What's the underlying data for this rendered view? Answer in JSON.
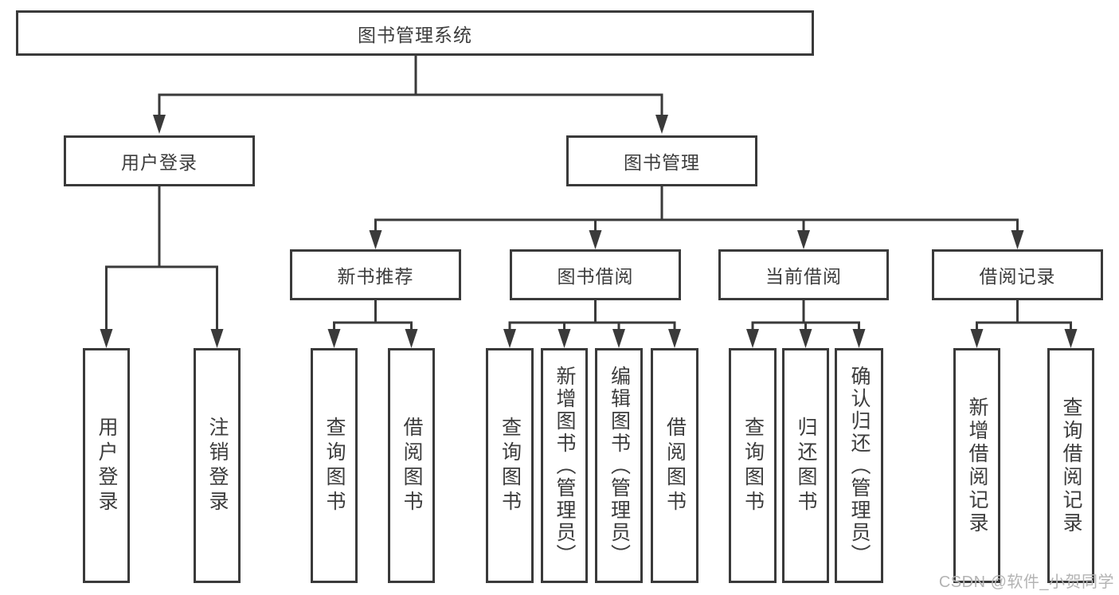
{
  "nodes": {
    "root": "图书管理系统",
    "user_login": "用户登录",
    "book_mgmt": "图书管理",
    "new_books": "新书推荐",
    "book_borrow": "图书借阅",
    "current_borrow": "当前借阅",
    "borrow_records": "借阅记录"
  },
  "leaves": {
    "user_login": [
      "用户登录",
      "注销登录"
    ],
    "new_books": [
      "查询图书",
      "借阅图书"
    ],
    "book_borrow": [
      "查询图书",
      "新增图书（管理员）",
      "编辑图书（管理员）",
      "借阅图书"
    ],
    "current_borrow": [
      "查询图书",
      "归还图书",
      "确认归还（管理员）"
    ],
    "borrow_records": [
      "新增借阅记录",
      "查询借阅记录"
    ]
  },
  "watermark": "CSDN @软件_小贺同学",
  "colors": {
    "line": "#3a3a3a",
    "text": "#3c3c3c",
    "watermark": "#b3b3b3",
    "background": "#ffffff"
  }
}
